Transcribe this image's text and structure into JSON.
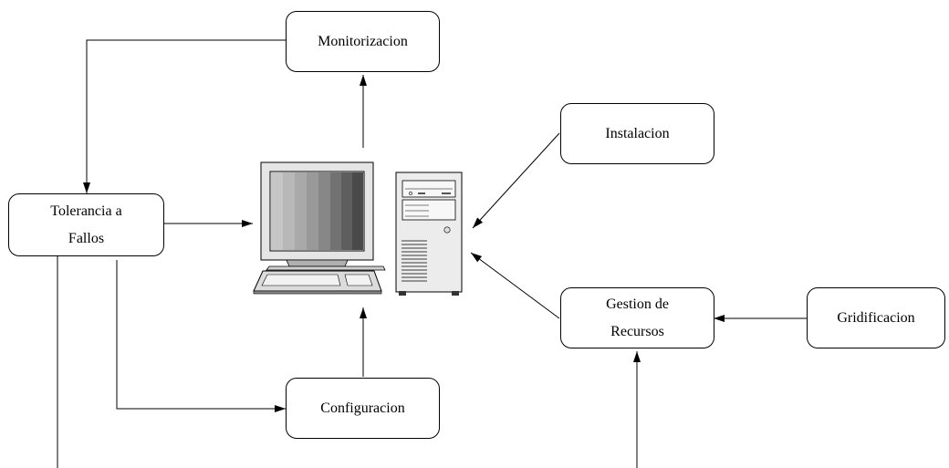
{
  "nodes": {
    "monitorizacion": "Monitorizacion",
    "instalacion": "Instalacion",
    "tolerancia": "Tolerancia a\nFallos",
    "gestion": "Gestion de\nRecursos",
    "gridificacion": "Gridificacion",
    "configuracion": "Configuracion"
  },
  "icons": {
    "computer": "monitor-keyboard-icon",
    "server": "tower-server-icon"
  }
}
